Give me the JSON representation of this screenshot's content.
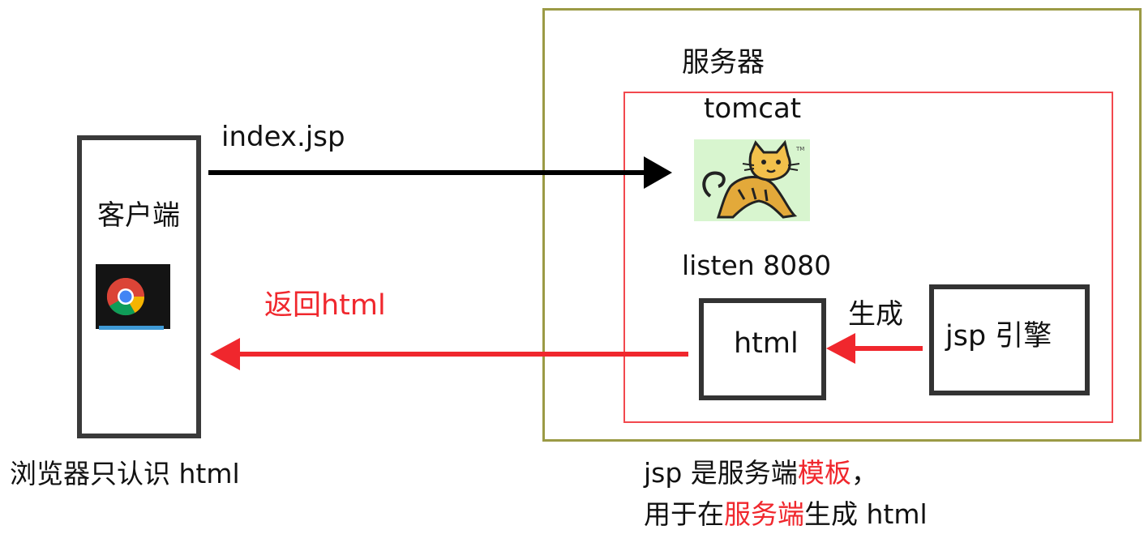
{
  "diagram": {
    "server": {
      "label": "服务器"
    },
    "container": {
      "label": "tomcat",
      "port_label": "listen 8080"
    },
    "client": {
      "label": "客户端",
      "icon": "chrome-icon"
    },
    "request": {
      "label": "index.jsp"
    },
    "response": {
      "label": "返回html",
      "color": "#f0272d"
    },
    "generate": {
      "label": "生成"
    },
    "html_node": {
      "label": "html"
    },
    "engine_node": {
      "label": "jsp 引擎"
    },
    "browser_note": "浏览器只认识 html",
    "template_note": {
      "line1": {
        "prefix": "jsp 是服务端",
        "highlight": "模板",
        "suffix": "，"
      },
      "line2": {
        "prefix": "用于在",
        "highlight": "服务端",
        "suffix": "生成 html"
      }
    },
    "colors": {
      "server_border": "#9b9a45",
      "tomcat_border": "#f2484e",
      "arrow_request": "#000000",
      "arrow_response": "#f0272d",
      "box_border": "#333333"
    },
    "logo": "tomcat-cat-icon"
  }
}
